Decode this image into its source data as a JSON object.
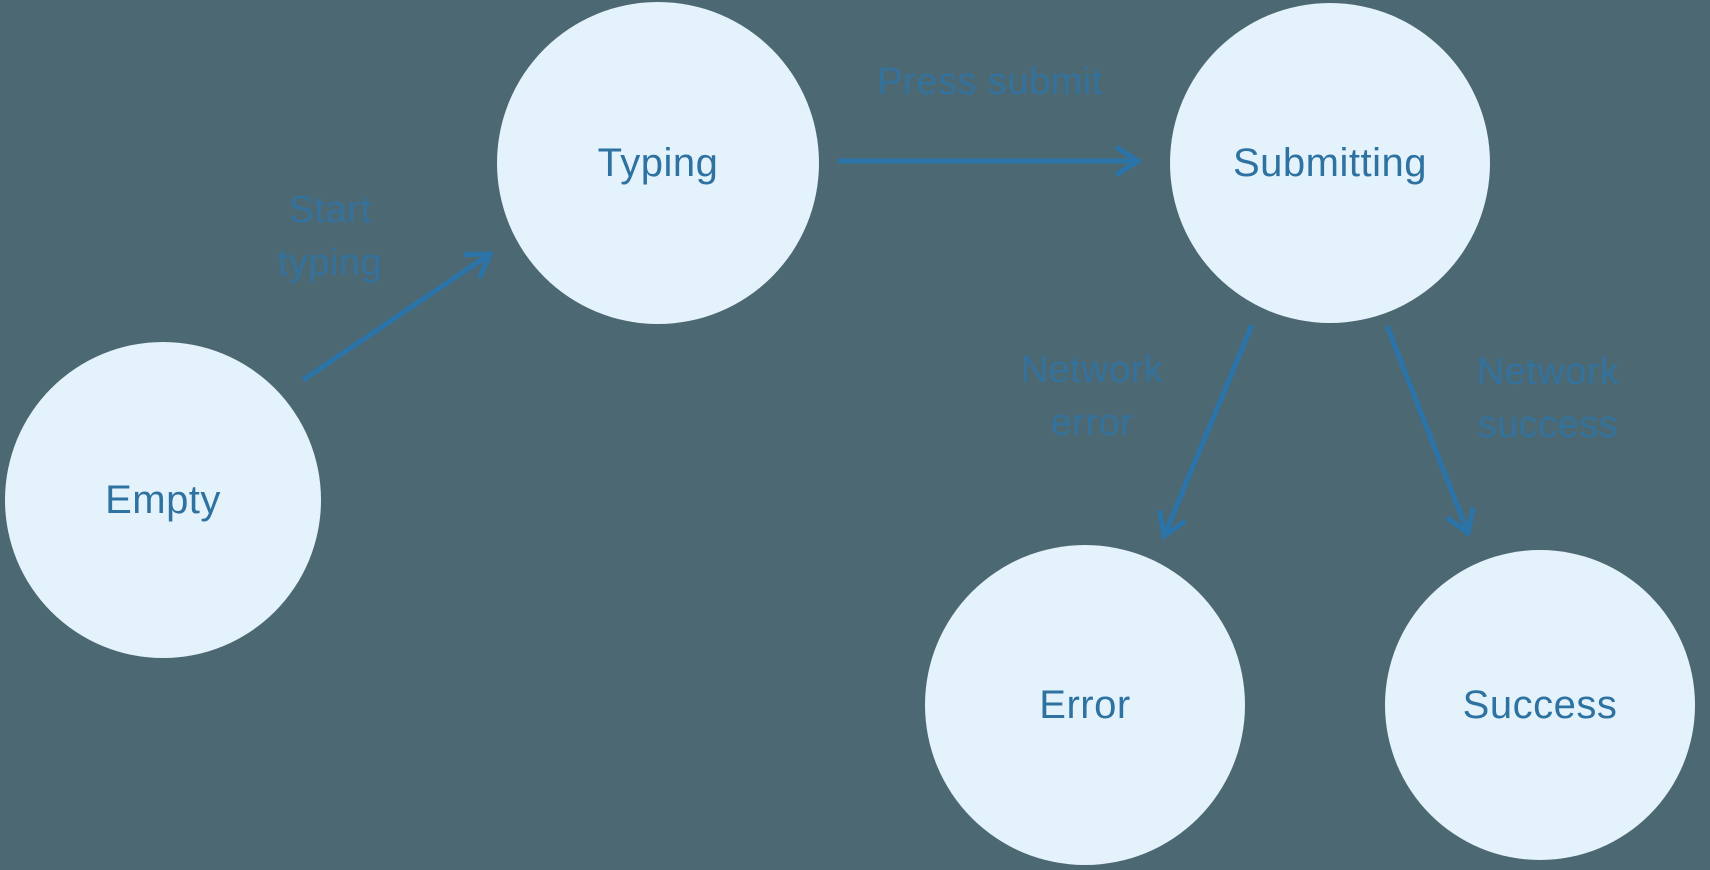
{
  "diagram": {
    "type": "state-machine",
    "description": "Form submission state diagram",
    "colors": {
      "background": "#4C6872",
      "node_fill": "#E4F2FB",
      "node_text": "#2E72A1",
      "edge_label_text": "#3273A2",
      "arrow": "#2B74AA"
    },
    "nodes": [
      {
        "id": "empty",
        "label": "Empty"
      },
      {
        "id": "typing",
        "label": "Typing"
      },
      {
        "id": "submitting",
        "label": "Submitting"
      },
      {
        "id": "error",
        "label": "Error"
      },
      {
        "id": "success",
        "label": "Success"
      }
    ],
    "edges": [
      {
        "from": "empty",
        "to": "typing",
        "label": "Start typing",
        "label_lines": [
          "Start",
          "typing"
        ]
      },
      {
        "from": "typing",
        "to": "submitting",
        "label": "Press submit",
        "label_lines": [
          "Press submit"
        ]
      },
      {
        "from": "submitting",
        "to": "error",
        "label": "Network error",
        "label_lines": [
          "Network",
          "error"
        ]
      },
      {
        "from": "submitting",
        "to": "success",
        "label": "Network success",
        "label_lines": [
          "Network",
          "success"
        ]
      }
    ]
  }
}
